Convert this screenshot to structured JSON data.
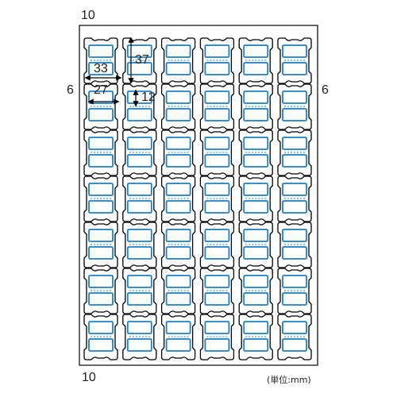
{
  "layout": {
    "rows": 7,
    "columns": 6
  },
  "dimensions": {
    "margin_top": "10",
    "margin_bottom": "10",
    "margin_left": "6",
    "margin_right": "6",
    "label_pitch_horizontal": "33",
    "label_pitch_vertical": "37",
    "window_width": "27",
    "window_height": "12"
  },
  "unit_note": "(単位:mm)",
  "colors": {
    "label_outline": "#000000",
    "window_outline": "#1f7fc4",
    "sheet_outline": "#000000",
    "dimension_line": "#000000"
  }
}
